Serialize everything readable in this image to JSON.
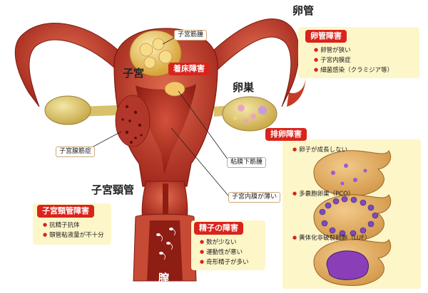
{
  "labels": {
    "oviduct": "卵管",
    "uterus": "子宮",
    "ovary": "卵巣",
    "cervix": "子宮頸管",
    "vagina": "膣",
    "fibroid": "子宮筋腫",
    "adenomyosis": "子宮腺筋症",
    "submucosal": "粘膜下筋腫",
    "thin_endometrium": "子宮内膜が薄い"
  },
  "tubal": {
    "title": "卵管障害",
    "items": [
      "卵管が狭い",
      "子宮内膜症",
      "細菌感染（クラミジア等）"
    ]
  },
  "implantation": {
    "title": "着床障害"
  },
  "ovulation": {
    "title": "排卵障害",
    "panels": [
      {
        "caption": "卵子が成長しない"
      },
      {
        "caption": "多嚢胞卵巣（PCO）"
      },
      {
        "caption": "黄体化非破裂卵胞（LUF）"
      }
    ]
  },
  "cervical": {
    "title": "子宮頸管障害",
    "items": [
      "抗精子抗体",
      "頸管粘液量が不十分"
    ]
  },
  "sperm": {
    "title": "精子の障害",
    "items": [
      "数が少ない",
      "運動性が悪い",
      "奇形精子が多い"
    ]
  },
  "colors": {
    "accent": "#d9241c",
    "box": "#fdf6c9",
    "tissue": "#c0392b",
    "follicle": "#e8b860"
  }
}
